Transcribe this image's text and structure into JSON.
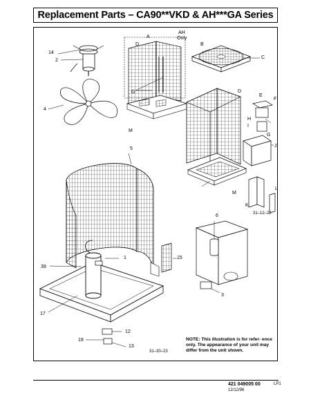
{
  "title": "Replacement Parts – CA90**VKD & AH***GA Series",
  "callouts": {
    "ah": "AH",
    "only": "Only",
    "A": "A",
    "B": "B",
    "C": "C",
    "D_top": "D",
    "D_right": "D",
    "E": "E",
    "F": "F",
    "G_left": "G",
    "G_right": "G",
    "H": "H",
    "I": "I",
    "J": "J",
    "K": "K",
    "L": "L",
    "M_top": "M",
    "M_right": "M",
    "n14": "14",
    "n2": "2",
    "n4": "4",
    "n5": "5",
    "n6": "6",
    "n1": "1",
    "n15": "15",
    "n39": "39",
    "n3": "3",
    "n17": "17",
    "n12": "12",
    "n19": "19",
    "n13": "13"
  },
  "drawing_codes": {
    "upper": "31–12–22",
    "lower": "31–30–23"
  },
  "note": "NOTE: This illustration is for  refer- ence only. The appearance of your unit may differ from the unit shown.",
  "footer": {
    "doc_number": "421  049005  00",
    "lp": "LP1",
    "date": "12/12/96"
  }
}
